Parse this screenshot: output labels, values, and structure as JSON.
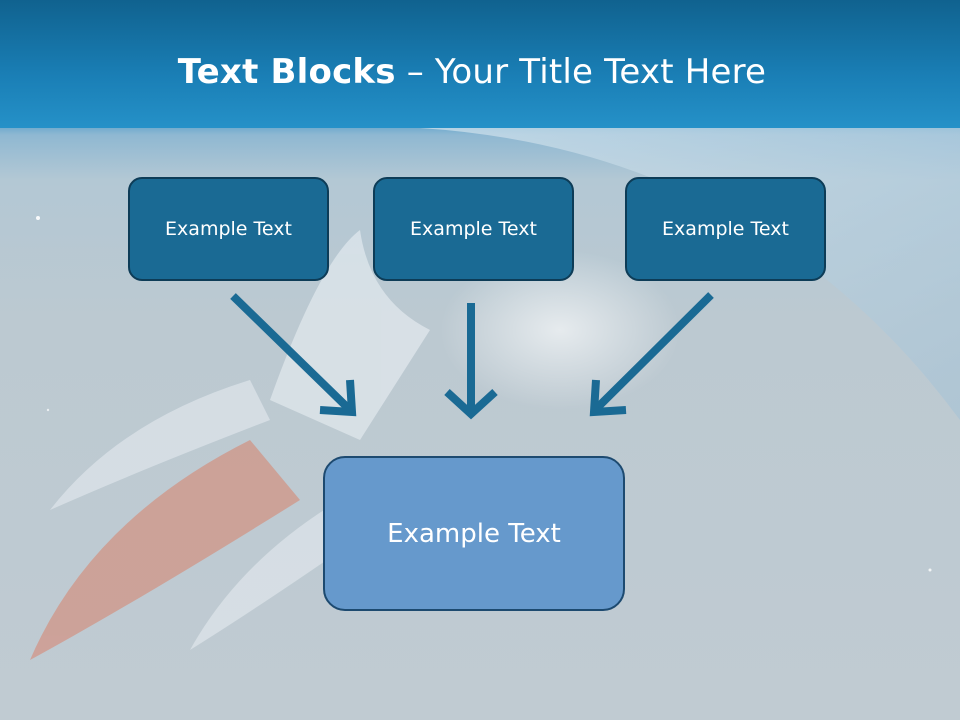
{
  "title": {
    "bold": "Text Blocks",
    "dash": " – ",
    "rest": "Your Title Text Here"
  },
  "boxes": {
    "top": [
      "Example Text",
      "Example Text",
      "Example Text"
    ],
    "main": "Example Text"
  },
  "colors": {
    "title_bar": "#1a7fb6",
    "box_fill": "#1a6a94",
    "box_border": "#0d3c57",
    "main_box_fill": "#6699cc",
    "arrow": "#1a6a94"
  }
}
